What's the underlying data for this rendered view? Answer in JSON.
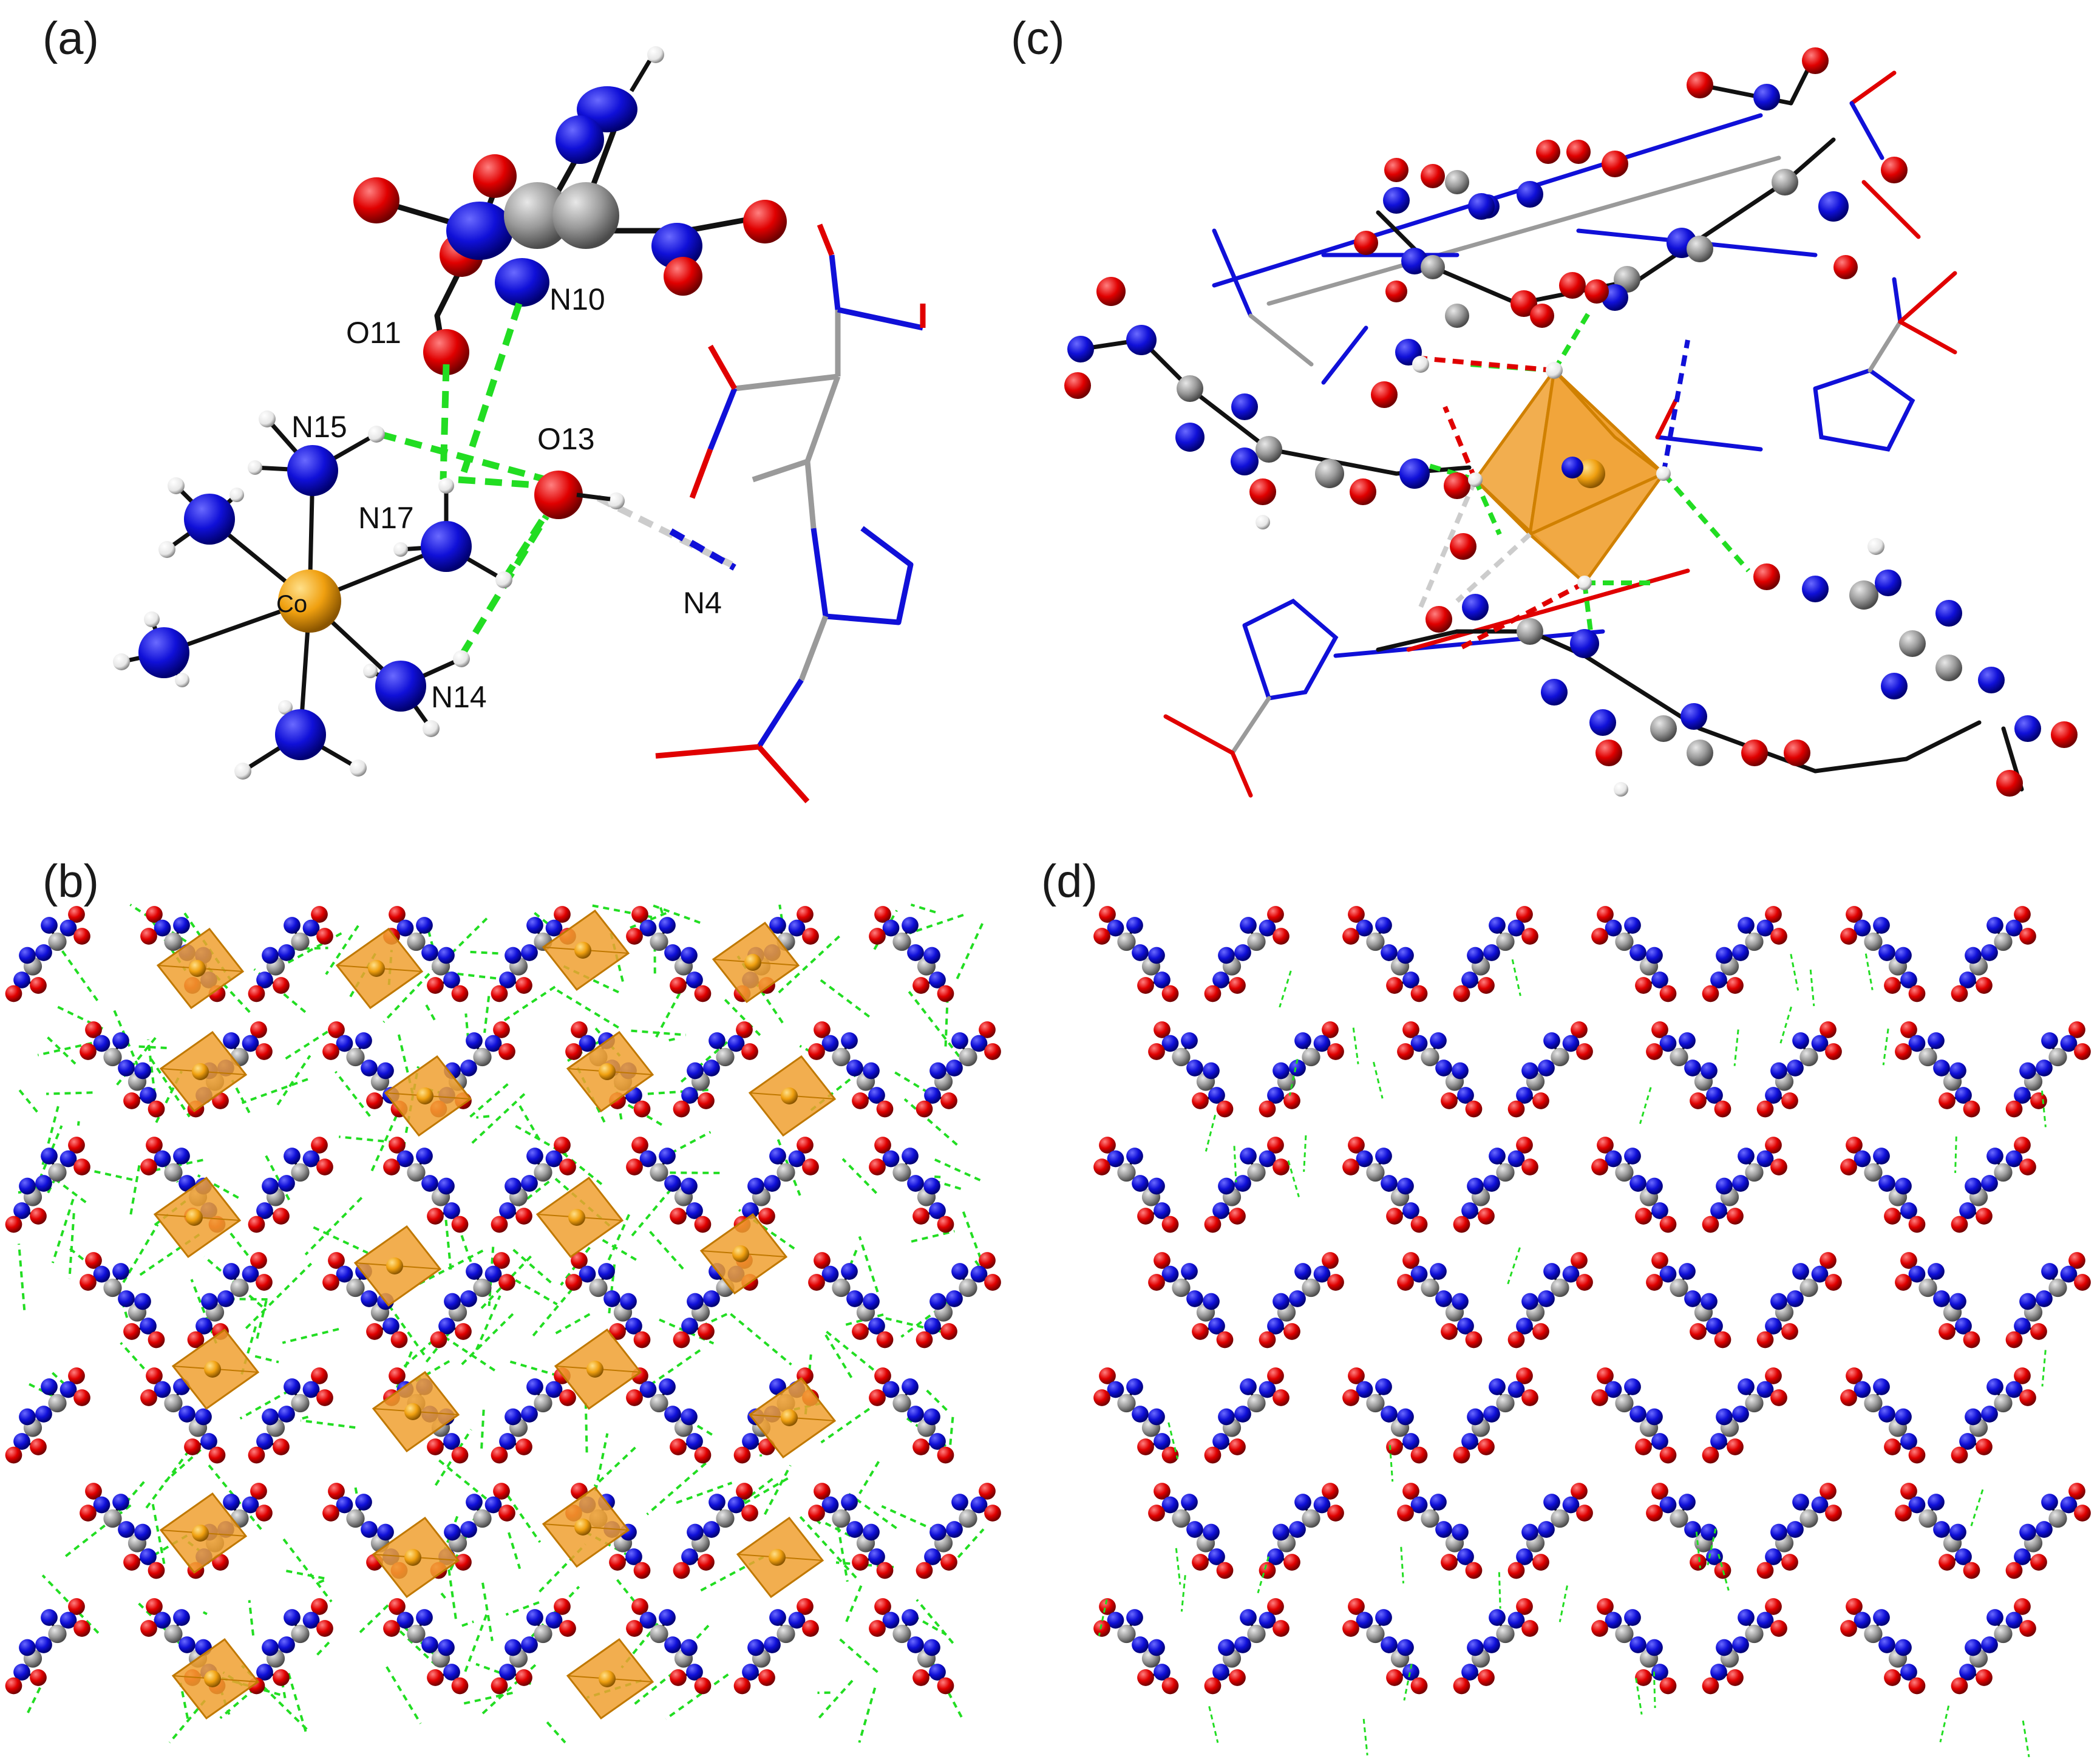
{
  "panels": {
    "a": {
      "letter": "(a)"
    },
    "b": {
      "letter": "(b)"
    },
    "c": {
      "letter": "(c)"
    },
    "d": {
      "letter": "(d)"
    }
  },
  "atom_labels": {
    "o11": "O11",
    "n10": "N10",
    "n15": "N15",
    "o13": "O13",
    "n17": "N17",
    "co": "Co",
    "n4": "N4",
    "n14": "N14"
  },
  "colors": {
    "nitrogen": "#1010d8",
    "oxygen": "#e00000",
    "carbon": "#9a9a9a",
    "hydrogen": "#f2f2f2",
    "cobalt": "#f0a010",
    "octahedron": "#f0a030",
    "hbond": "#22dd22",
    "bond": "#111111"
  }
}
